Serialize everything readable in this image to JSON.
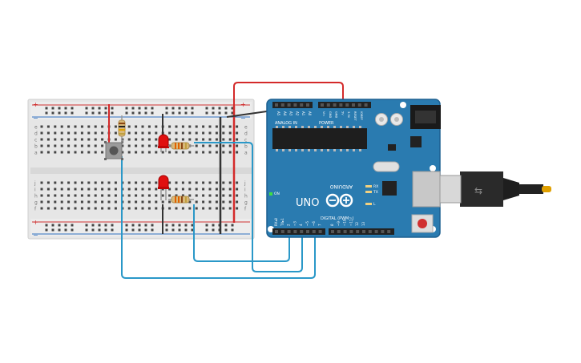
{
  "board": {
    "name_label": "UNO",
    "brand_label": "ARDUINO",
    "digital_header_label": "DIGITAL (PWM~)",
    "analog_header_label": "ANALOG IN",
    "power_header_label": "POWER",
    "on_label": "ON",
    "tx_label": "TX",
    "rx_label": "RX",
    "l_label": "L",
    "aref_label": "AREF",
    "gnd_label": "GND",
    "digital_pins": [
      "13",
      "12",
      "~11",
      "~10",
      "~9",
      "8",
      "7",
      "~6",
      "~5",
      "4",
      "~3",
      "2",
      "TX▸1",
      "RX◂0"
    ],
    "analog_pins": [
      "A0",
      "A1",
      "A2",
      "A3",
      "A4",
      "A5"
    ],
    "power_pins": [
      "IOREF",
      "RESET",
      "3.3V",
      "5V",
      "GND",
      "GND",
      "Vin"
    ]
  },
  "breadboard": {
    "row_letters_top": [
      "a",
      "b",
      "c",
      "d",
      "e"
    ],
    "row_letters_bottom": [
      "f",
      "g",
      "h",
      "i",
      "j"
    ],
    "rail_plus": "+",
    "rail_minus": "−"
  },
  "colors": {
    "board": "#2a7bb0",
    "board_edge": "#1d6090",
    "wire_red": "#d42a2a",
    "wire_blue": "#2a98c8",
    "wire_black": "#333333",
    "breadboard": "#e8e8e8",
    "led_red": "#e01010"
  }
}
